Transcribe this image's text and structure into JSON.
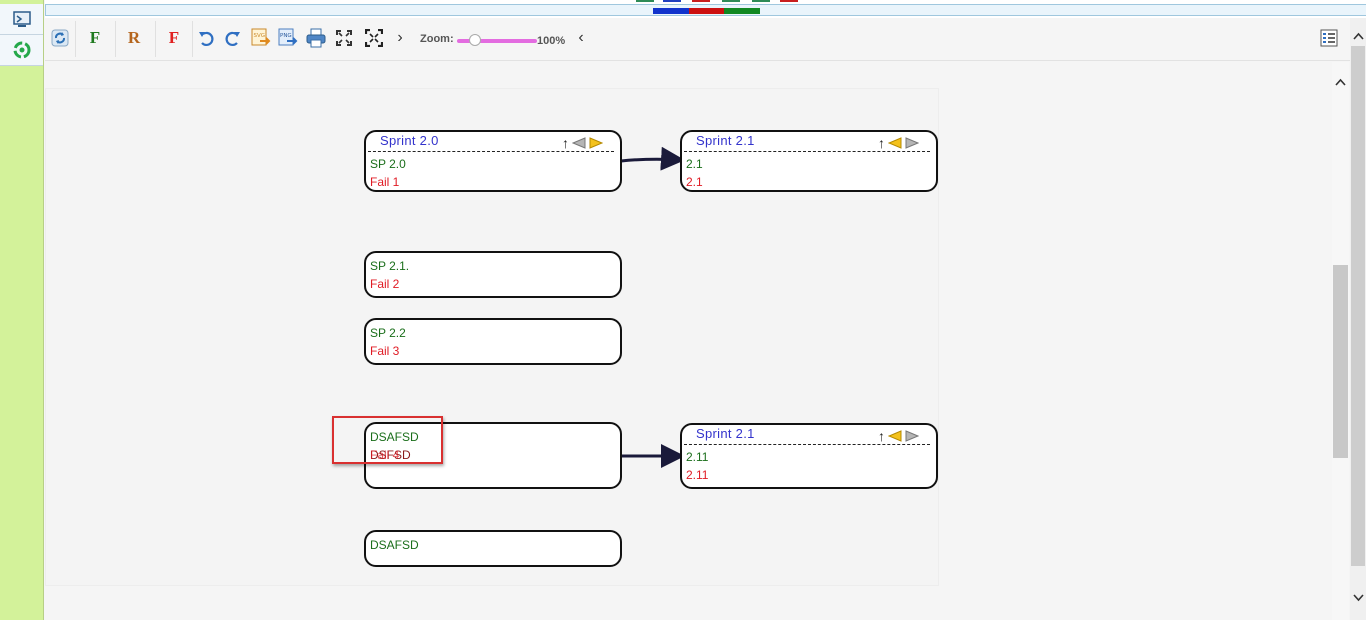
{
  "toolbar": {
    "refresh_icon": "refresh-icon",
    "letters": [
      {
        "label": "F",
        "color": "#1f7a1f"
      },
      {
        "label": "R",
        "color": "#b5651d"
      },
      {
        "label": "F",
        "color": "#e02020"
      }
    ],
    "icons": [
      "undo-icon",
      "redo-icon",
      "export-svg-icon",
      "export-png-icon",
      "print-icon",
      "fit-screen-icon",
      "fullscreen-icon"
    ],
    "svg_badge": "SVG",
    "png_badge": "PNG",
    "expand_glyph": "›",
    "collapse_glyph": "‹",
    "zoom_label": "Zoom:",
    "zoom_value": "100%",
    "legend_icon": "legend-icon"
  },
  "colors": {
    "rail": "#d3f29a",
    "node_title": "#3333cc",
    "text_green": "#1a6e1a",
    "text_red": "#e01b24",
    "zoom_slider": "#e36ce0",
    "highlight": "#d93030"
  },
  "nodes": [
    {
      "id": "n1",
      "title": "Sprint 2.0",
      "line1": "SP 2.0",
      "line2": "Fail 1"
    },
    {
      "id": "n2",
      "title": "Sprint 2.1",
      "line1": "2.1",
      "line2": "2.1"
    },
    {
      "id": "n3",
      "title": "",
      "line1": "SP 2.1.",
      "line2": "Fail 2"
    },
    {
      "id": "n4",
      "title": "",
      "line1": "SP 2.2",
      "line2": "Fail 3"
    },
    {
      "id": "n5",
      "title": "",
      "line1": "DSAFSD",
      "line2": "DSFSD",
      "line2_overlay": "Fail 4"
    },
    {
      "id": "n6",
      "title": "Sprint 2.1",
      "line1": "2.11",
      "line2": "2.11"
    },
    {
      "id": "n7",
      "title": "",
      "line1": "DSAFSD",
      "line2": ""
    }
  ],
  "node_controls": {
    "up_glyph": "↑"
  }
}
